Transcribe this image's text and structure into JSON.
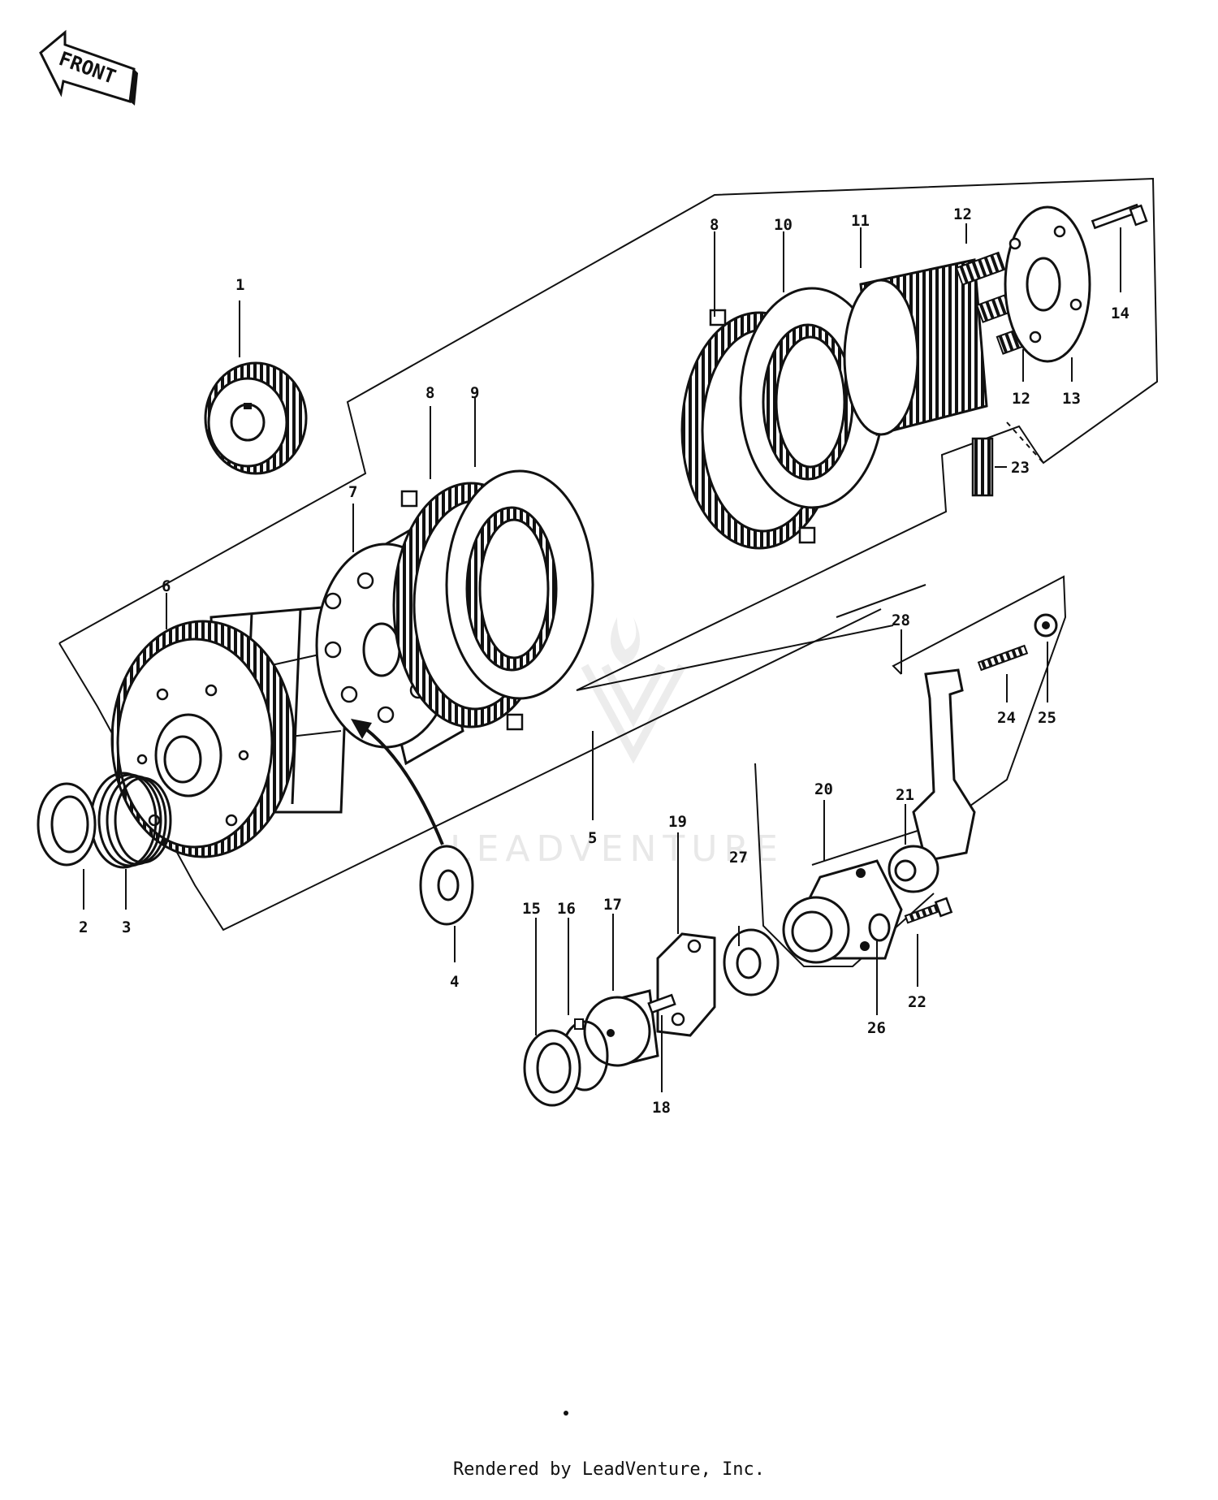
{
  "front_arrow": {
    "label": "FRONT"
  },
  "watermark": {
    "text": "LEADVENTURE"
  },
  "footer": {
    "text": "Rendered by LeadVenture, Inc."
  },
  "callouts": {
    "c1": "1",
    "c2": "2",
    "c3": "3",
    "c4": "4",
    "c5": "5",
    "c6": "6",
    "c7": "7",
    "c8a": "8",
    "c8b": "8",
    "c9": "9",
    "c10": "10",
    "c11": "11",
    "c12a": "12",
    "c12b": "12",
    "c13": "13",
    "c14": "14",
    "c15": "15",
    "c16": "16",
    "c17": "17",
    "c18": "18",
    "c19": "19",
    "c20": "20",
    "c21": "21",
    "c22": "22",
    "c23": "23",
    "c24": "24",
    "c25": "25",
    "c26": "26",
    "c27": "27",
    "c28": "28"
  },
  "colors": {
    "line": "#111111",
    "watermark": "#e8e8e8"
  }
}
